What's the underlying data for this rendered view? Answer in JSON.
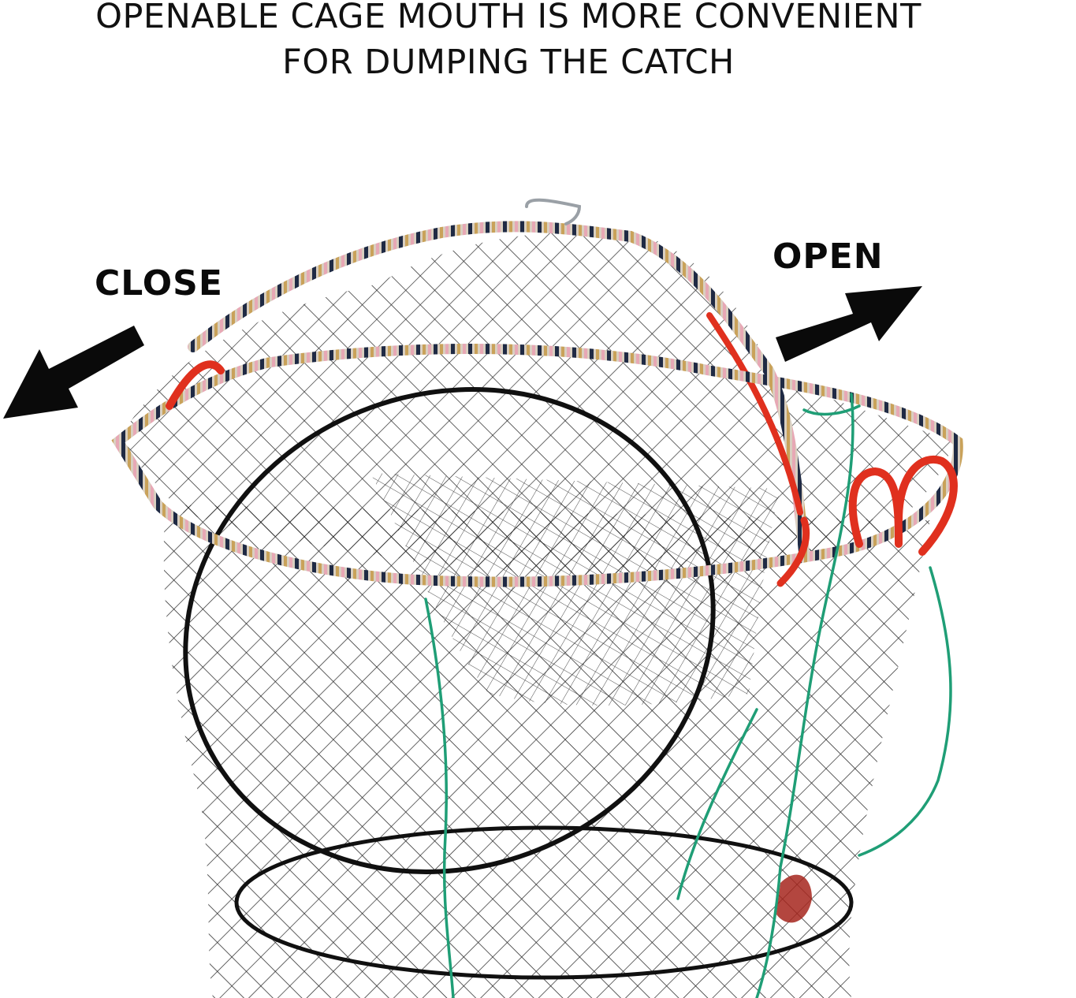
{
  "headline": {
    "line1": "OPENABLE CAGE MOUTH IS MORE CONVENIENT",
    "line2": "FOR DUMPING THE CATCH"
  },
  "labels": {
    "close": "CLOSE",
    "open": "OPEN"
  },
  "colors": {
    "background": "#ffffff",
    "text": "#111111",
    "net": "#1a1a1a",
    "accent_red": "#e0301e",
    "rope_green": "#1f9e76"
  }
}
